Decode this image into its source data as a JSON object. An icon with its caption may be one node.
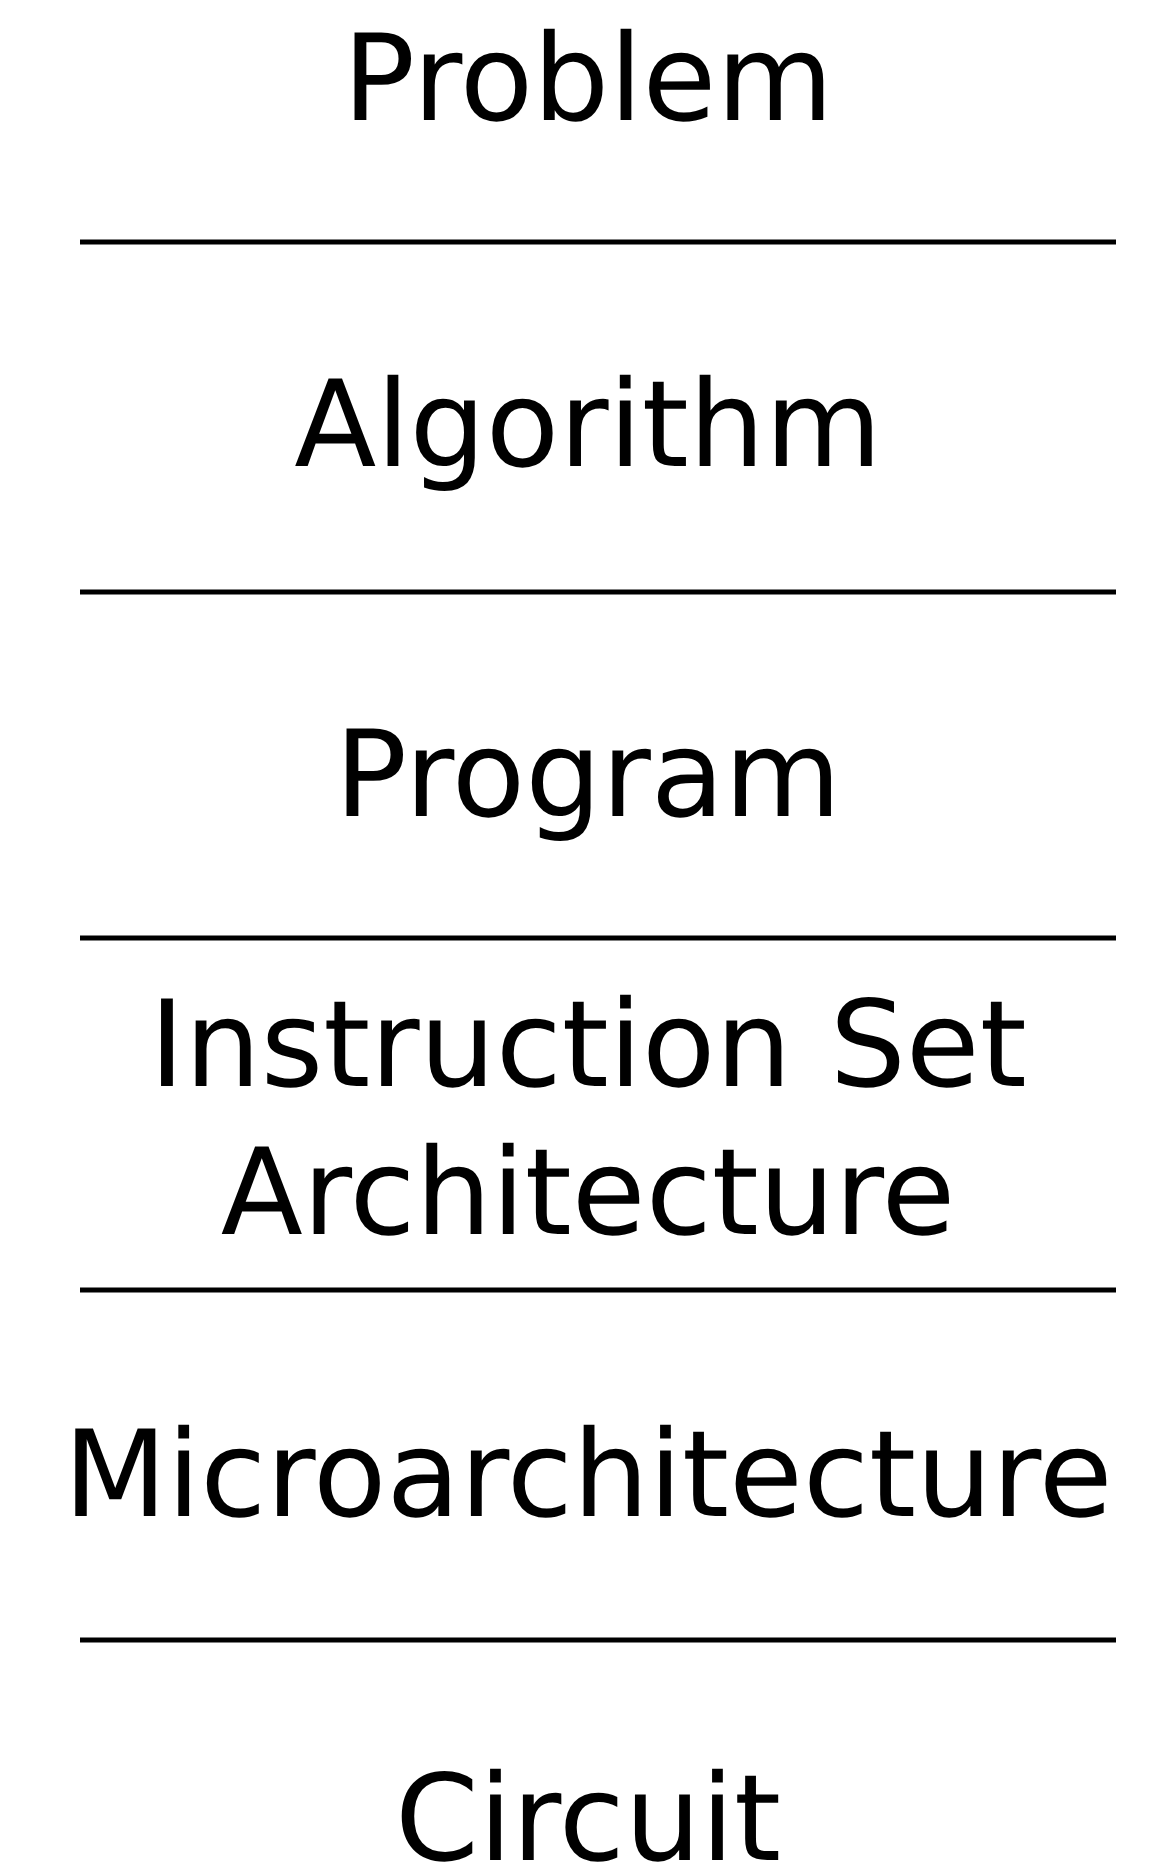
{
  "diagram": {
    "labels": [
      "Problem",
      "Algorithm",
      "Program",
      "Instruction Set Architecture",
      "Microarchitecture",
      "Circuit"
    ]
  }
}
